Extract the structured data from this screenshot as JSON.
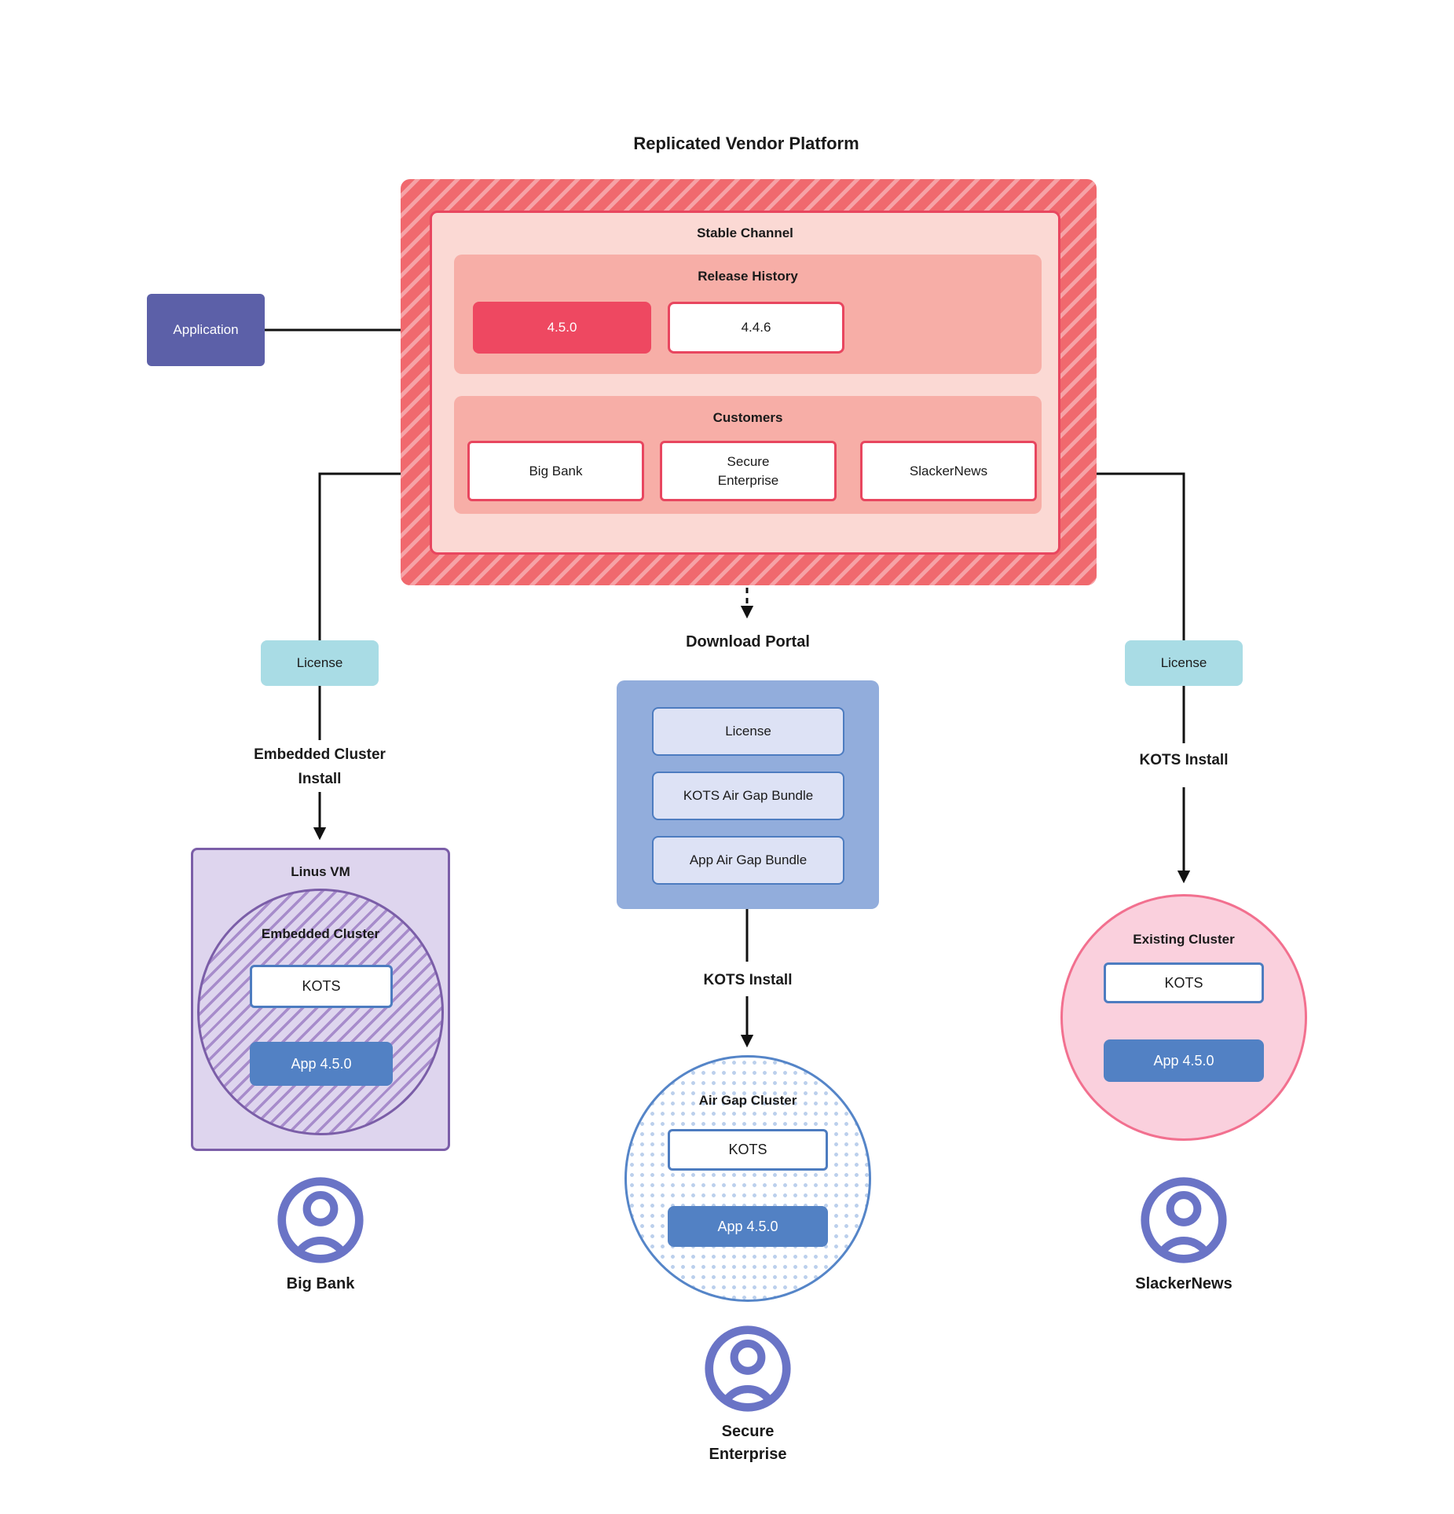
{
  "title": "Replicated Vendor Platform",
  "platform": {
    "stable_channel_label": "Stable Channel",
    "release_history": {
      "label": "Release History",
      "current_version": "4.5.0",
      "previous_version": "4.4.6"
    },
    "customers": {
      "label": "Customers",
      "items": [
        "Big Bank",
        "Secure\nEnterprise",
        "SlackerNews"
      ]
    }
  },
  "application_label": "Application",
  "branches": {
    "big_bank": {
      "license_label": "License",
      "install_label": "Embedded Cluster\nInstall",
      "vm_label": "Linus VM",
      "cluster_label": "Embedded Cluster",
      "kots_label": "KOTS",
      "app_label": "App 4.5.0",
      "user_label": "Big Bank"
    },
    "secure_enterprise": {
      "portal_title": "Download  Portal",
      "portal_items": [
        "License",
        "KOTS Air Gap Bundle",
        "App Air Gap Bundle"
      ],
      "install_label": "KOTS Install",
      "cluster_label": "Air Gap Cluster",
      "kots_label": "KOTS",
      "app_label": "App 4.5.0",
      "user_label": "Secure\nEnterprise"
    },
    "slacker_news": {
      "license_label": "License",
      "install_label": "KOTS Install",
      "cluster_label": "Existing Cluster",
      "kots_label": "KOTS",
      "app_label": "App 4.5.0",
      "user_label": "SlackerNews"
    }
  },
  "colors": {
    "hatch_red_base": "#f0696e",
    "hatch_red_stripe": "#f6a2a6",
    "stable_channel_fill": "#fbd9d4",
    "red_border": "#e8465f",
    "section_fill": "#f7aea7",
    "release_current_fill": "#ee4861",
    "application_fill": "#5c60a8",
    "license_fill": "#a9dce5",
    "portal_fill": "#92addc",
    "bundle_fill": "#dde2f5",
    "blue_border": "#4d7cc0",
    "vm_fill": "#ded5ee",
    "vm_border": "#7b5ea8",
    "purple_hatch": "#a78ccb",
    "app_fill": "#5281c4",
    "airgap_dot": "#bcd0ec",
    "airgap_border": "#5585c8",
    "existing_fill": "#fad0dd",
    "existing_border": "#f2708f",
    "user_icon": "#6a74c6",
    "line": "#111111"
  }
}
